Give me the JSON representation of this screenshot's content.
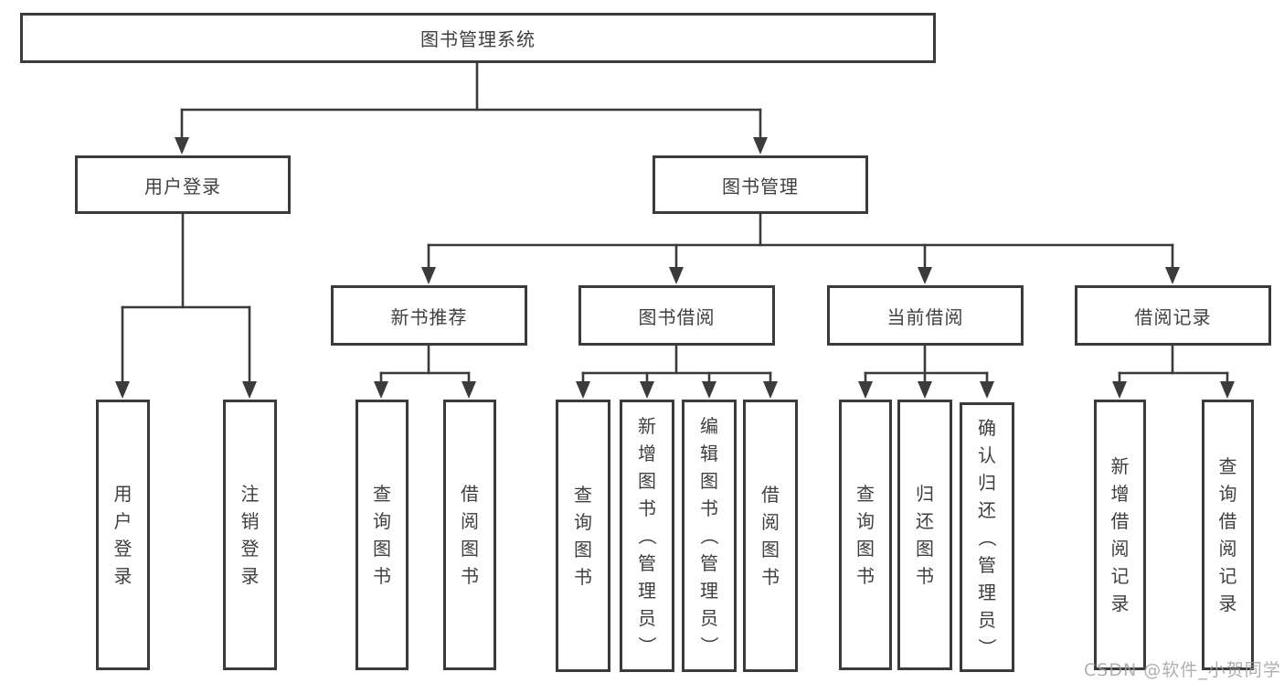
{
  "page": {
    "background": "#ffffff"
  },
  "diagram": {
    "type": "hierarchy-tree",
    "root": "图书管理系统",
    "branches": [
      {
        "label": "用户登录",
        "children": [
          "用户登录",
          "注销登录"
        ]
      },
      {
        "label": "图书管理",
        "children": [
          {
            "label": "新书推荐",
            "children": [
              "查询图书",
              "借阅图书"
            ]
          },
          {
            "label": "图书借阅",
            "children": [
              "查询图书",
              "新增图书（管理员）",
              "编辑图书（管理员）",
              "借阅图书"
            ]
          },
          {
            "label": "当前借阅",
            "children": [
              "查询图书",
              "归还图书",
              "确认归还（管理员）"
            ]
          },
          {
            "label": "借阅记录",
            "children": [
              "新增借阅记录",
              "查询借阅记录"
            ]
          }
        ]
      }
    ],
    "colors": {
      "line": "#3b3b3b",
      "box_border": "#3b3b3b",
      "box_background": "#ffffff",
      "text": "#3f3f3f"
    }
  },
  "watermark": {
    "text": "CSDN @软件_小贺同学",
    "color": "#9e9e9e"
  }
}
